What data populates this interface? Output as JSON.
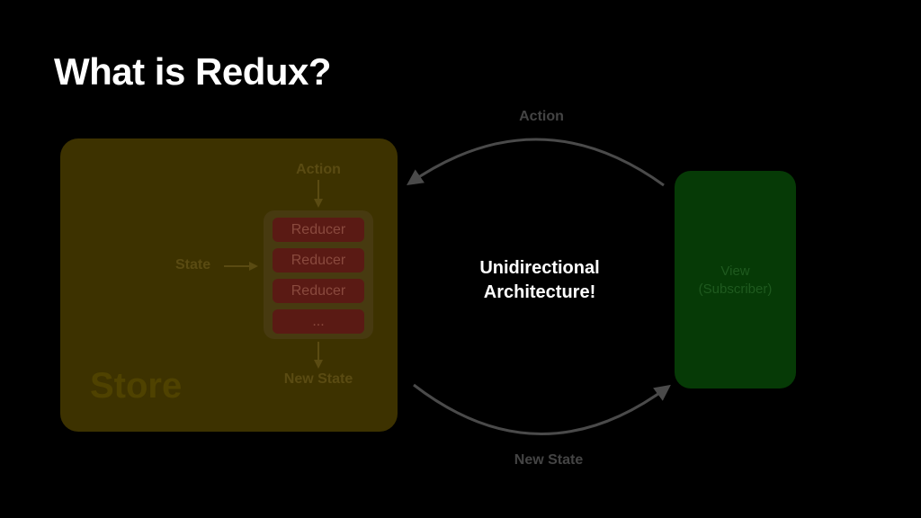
{
  "slide": {
    "title": "What is Redux?"
  },
  "store": {
    "label": "Store",
    "action_label": "Action",
    "state_label": "State",
    "new_state_label": "New State",
    "reducers": [
      "Reducer",
      "Reducer",
      "Reducer",
      "..."
    ],
    "color": "#3d3200"
  },
  "view": {
    "line1": "View",
    "line2": "(Subscriber)",
    "color": "#063a06"
  },
  "center": {
    "line1": "Unidirectional",
    "line2": "Architecture!"
  },
  "flow": {
    "top_label": "Action",
    "bottom_label": "New State",
    "arrow_color": "#4a4a4a"
  }
}
